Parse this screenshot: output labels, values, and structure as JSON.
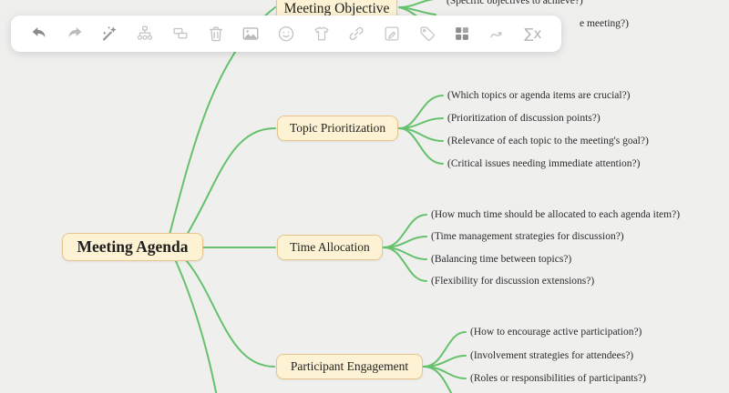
{
  "colors": {
    "background": "#efefee",
    "node_fill": "#fdf3d4",
    "node_border": "#e7c48c",
    "branch_line": "#66c16c",
    "text": "#1f1f1f",
    "toolbar_bg": "#ffffff",
    "icon_muted": "#c4c4c4",
    "icon_active": "#8a8a8a"
  },
  "toolbar": {
    "icons": [
      "undo",
      "redo",
      "ai-magic-wand",
      "structure",
      "floating-topic",
      "delete",
      "image",
      "emoji",
      "style-tshirt",
      "hyperlink",
      "note",
      "tag",
      "grid-view",
      "relationship",
      "formula"
    ],
    "formula_glyph": "∑x"
  },
  "mindmap": {
    "root": {
      "label": "Meeting Agenda"
    },
    "branches": [
      {
        "label": "Meeting Objective",
        "leaves": [
          "(Specific objectives to achieve?)",
          "e meeting?)"
        ]
      },
      {
        "label": "Topic Prioritization",
        "leaves": [
          "(Which topics or agenda items are crucial?)",
          "(Prioritization of discussion points?)",
          "(Relevance of each topic to the meeting's goal?)",
          "(Critical issues needing immediate attention?)"
        ]
      },
      {
        "label": "Time Allocation",
        "leaves": [
          "(How much time should be allocated to each agenda item?)",
          "(Time management strategies for discussion?)",
          "(Balancing time between topics?)",
          "(Flexibility for discussion extensions?)"
        ]
      },
      {
        "label": "Participant Engagement",
        "leaves": [
          "(How to encourage active participation?)",
          "(Involvement strategies for attendees?)",
          "(Roles or responsibilities of participants?)"
        ]
      }
    ]
  }
}
